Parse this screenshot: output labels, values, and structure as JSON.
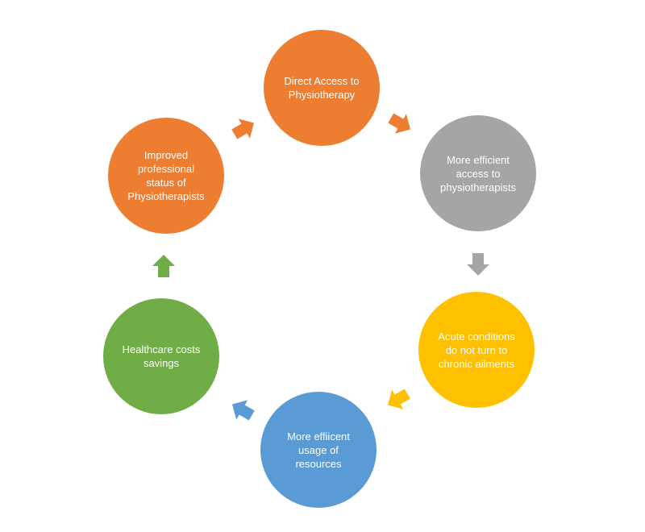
{
  "cycle": {
    "nodes": [
      {
        "id": "direct-access",
        "label": "Direct Access to\nPhysiotherapy",
        "color": "#ED7D31"
      },
      {
        "id": "efficient-access",
        "label": "More efficient\naccess to\nphysiotherapists",
        "color": "#A5A5A5"
      },
      {
        "id": "acute-conditions",
        "label": "Acute conditions\ndo not turn to\nchronic ailments",
        "color": "#FFC000"
      },
      {
        "id": "efficient-usage",
        "label": "More effiicent\nusage of\nresources",
        "color": "#5B9BD5"
      },
      {
        "id": "healthcare-savings",
        "label": "Healthcare costs\nsavings",
        "color": "#70AD47"
      },
      {
        "id": "professional-status",
        "label": "Improved\nprofessional\nstatus of\nPhysiotherapists",
        "color": "#ED7D31"
      }
    ],
    "arrows": [
      {
        "from": "direct-access",
        "to": "efficient-access",
        "color": "#ED7D31"
      },
      {
        "from": "efficient-access",
        "to": "acute-conditions",
        "color": "#A5A5A5"
      },
      {
        "from": "acute-conditions",
        "to": "efficient-usage",
        "color": "#FFC000"
      },
      {
        "from": "efficient-usage",
        "to": "healthcare-savings",
        "color": "#5B9BD5"
      },
      {
        "from": "healthcare-savings",
        "to": "professional-status",
        "color": "#70AD47"
      },
      {
        "from": "professional-status",
        "to": "direct-access",
        "color": "#ED7D31"
      }
    ]
  }
}
